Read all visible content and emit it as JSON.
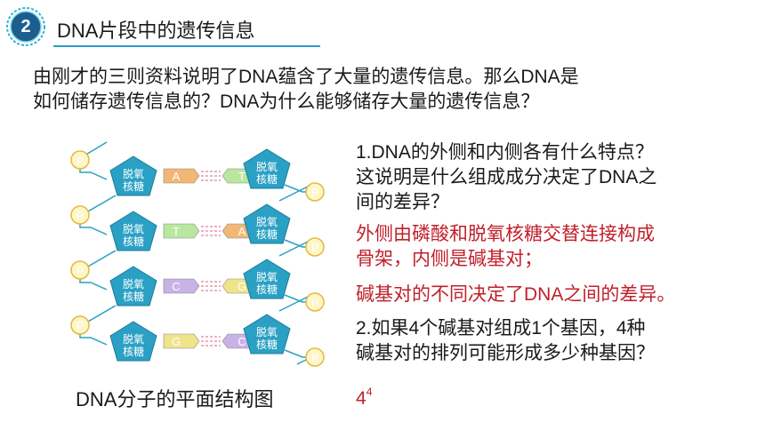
{
  "header": {
    "section_number": "2",
    "section_title": "DNA片段中的遗传信息"
  },
  "intro": {
    "line1": "由刚才的三则资料说明了DNA蕴含了大量的遗传信息。那么DNA是",
    "line2": "如何储存遗传信息的？DNA为什么能够储存大量的遗传信息？"
  },
  "diagram": {
    "caption": "DNA分子的平面结构图",
    "phosphate_label": "P",
    "sugar_label_line1": "脱氧",
    "sugar_label_line2": "核糖",
    "base_pairs": [
      {
        "left": "A",
        "right": "T"
      },
      {
        "left": "T",
        "right": "A"
      },
      {
        "left": "C",
        "right": "G"
      },
      {
        "left": "G",
        "right": "C"
      }
    ]
  },
  "qa": {
    "q1_line1": "1.DNA的外侧和内侧各有什么特点？",
    "q1_line2": "这说明是什么组成成分决定了DNA之",
    "q1_line3": "间的差异？",
    "a1_line1": "外侧由磷酸和脱氧核糖交替连接构成",
    "a1_line2": "骨架，内侧是碱基对；",
    "a2_line1": "碱基对的不同决定了DNA之间的差异。",
    "q2_line1": "2.如果4个碱基对组成1个基因，4种",
    "q2_line2": "碱基对的排列可能形成多少种基因？",
    "answer_base": "4",
    "answer_exp": "4"
  },
  "colors": {
    "phosphate_fill": "#fdf6c8",
    "phosphate_stroke": "#e6b73c",
    "sugar_fill": "#2aa0c4",
    "base_A": "#f2b774",
    "base_T": "#b9e7a0",
    "base_C": "#c8b2e6",
    "base_G": "#f0e48a",
    "answer_red": "#c0202a",
    "badge_blue": "#1f6f9e"
  }
}
